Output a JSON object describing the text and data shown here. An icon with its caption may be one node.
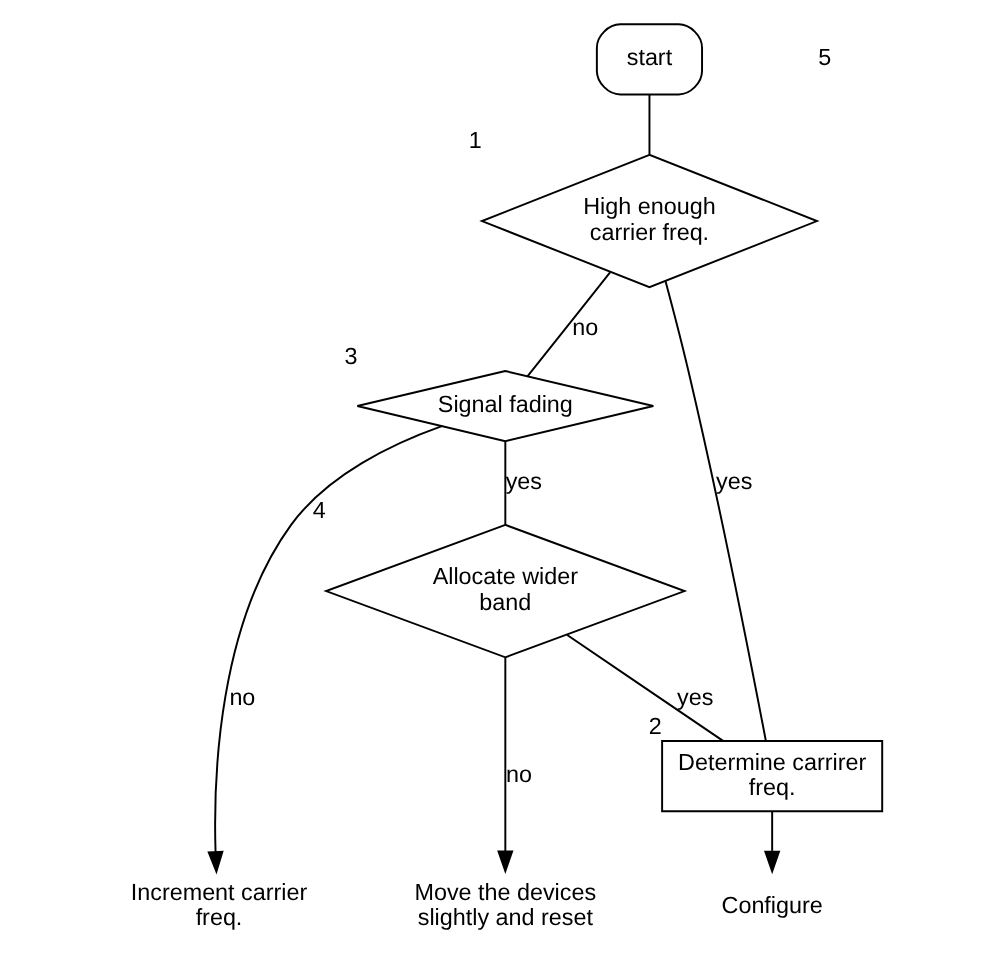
{
  "diagram": {
    "nodes": [
      {
        "text": [
          "start"
        ]
      },
      {
        "text": [
          "High enough carrier freq."
        ],
        "beside": [
          "1"
        ]
      },
      {
        "text": [
          "Signal fading"
        ],
        "beside": [
          "3"
        ]
      },
      {
        "text": [
          "Allocate wider band"
        ],
        "beside": [
          "4"
        ]
      },
      {
        "text": [
          "Determine carrirer freq."
        ],
        "beside": [
          "2"
        ]
      },
      {
        "text": [
          "Configure"
        ]
      },
      {
        "text": [
          "Move the devices slightly and reset"
        ]
      },
      {
        "text": [
          "Increment carrier freq."
        ]
      }
    ],
    "edges": [
      {
        "from": 0,
        "to": 1,
        "arrow": "none"
      },
      {
        "from": 1,
        "to": 4,
        "arrow": "none",
        "label": "yes"
      },
      {
        "from": 1,
        "to": 2,
        "arrow": "none",
        "label": "no"
      },
      {
        "from": 2,
        "to": 3,
        "arrow": "none",
        "label": "yes"
      },
      {
        "from": 2,
        "to": 7,
        "arrow": "to",
        "label": "no"
      },
      {
        "from": 3,
        "to": 4,
        "arrow": "none",
        "label": "yes"
      },
      {
        "from": 3,
        "to": 6,
        "arrow": "to",
        "label": "no"
      },
      {
        "from": 4,
        "to": 5,
        "arrow": "to"
      }
    ],
    "labels": [
      "5"
    ]
  }
}
